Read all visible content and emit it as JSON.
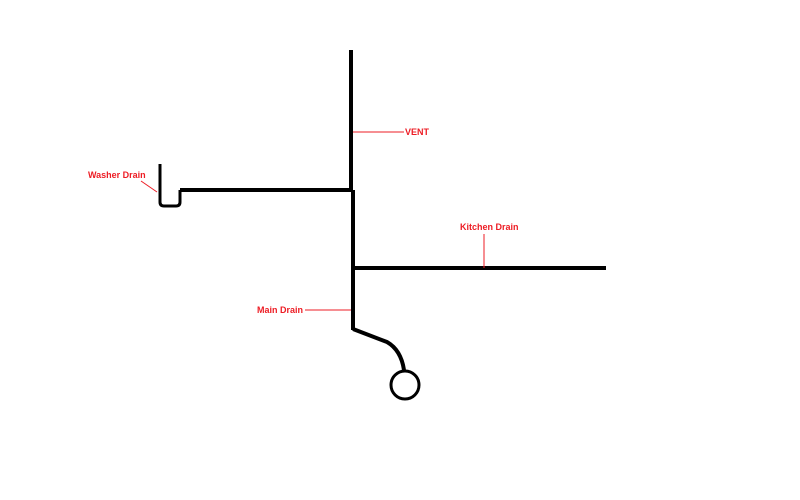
{
  "labels": {
    "vent": "VENT",
    "washer_drain": "Washer Drain",
    "kitchen_drain": "Kitchen Drain",
    "main_drain": "Main Drain"
  },
  "colors": {
    "pipe": "#000000",
    "label": "#ed1c24",
    "background": "#ffffff"
  }
}
